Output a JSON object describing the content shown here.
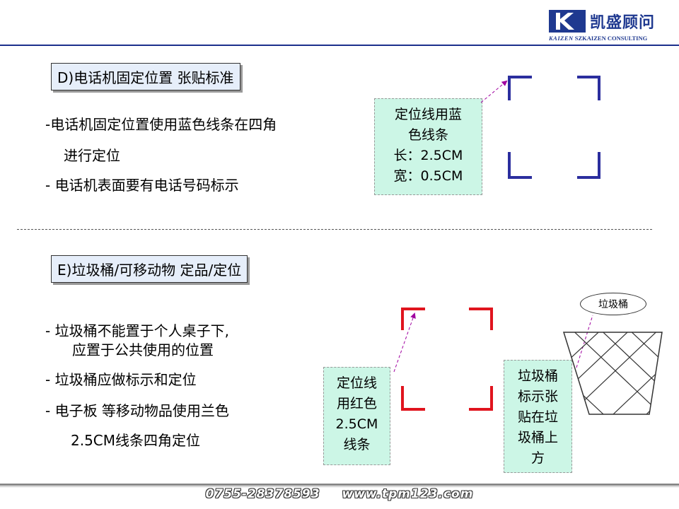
{
  "header": {
    "logo_letter": "K",
    "logo_mark_text": "KAIZEN",
    "logo_cn": "凯盛顾问",
    "logo_en": "SZKAIZEN CONSULTING"
  },
  "section_d": {
    "title": "D)电话机固定位置 张贴标准",
    "lines": [
      "-电话机固定位置使用蓝色线条在四角",
      "进行定位",
      "- 电话机表面要有电话号码标示"
    ],
    "note_lines": [
      "定位线用蓝",
      "色线条",
      "长：2.5CM",
      "宽：0.5CM"
    ],
    "marker_color": "#2b2e9e"
  },
  "section_e": {
    "title": "E)垃圾桶/可移动物 定品/定位",
    "lines": [
      "- 垃圾桶不能置于个人桌子下,",
      "应置于公共使用的位置",
      "- 垃圾桶应做标示和定位",
      "- 电子板 等移动物品使用兰色",
      "2.5CM线条四角定位"
    ],
    "note_red_lines": [
      "定位线",
      "用红色",
      "2.5CM",
      "线条"
    ],
    "note_bin_lines": [
      "垃圾桶",
      "标示张",
      "贴在垃",
      "圾桶上",
      "方"
    ],
    "bubble_label": "垃圾桶",
    "marker_color": "#e0141e"
  },
  "footer": {
    "phone": "0755-28378593",
    "url": "www.tpm123.com"
  },
  "colors": {
    "brand": "#1f3990",
    "note_bg": "#ccf6e6",
    "arrow": "#a000a0"
  }
}
